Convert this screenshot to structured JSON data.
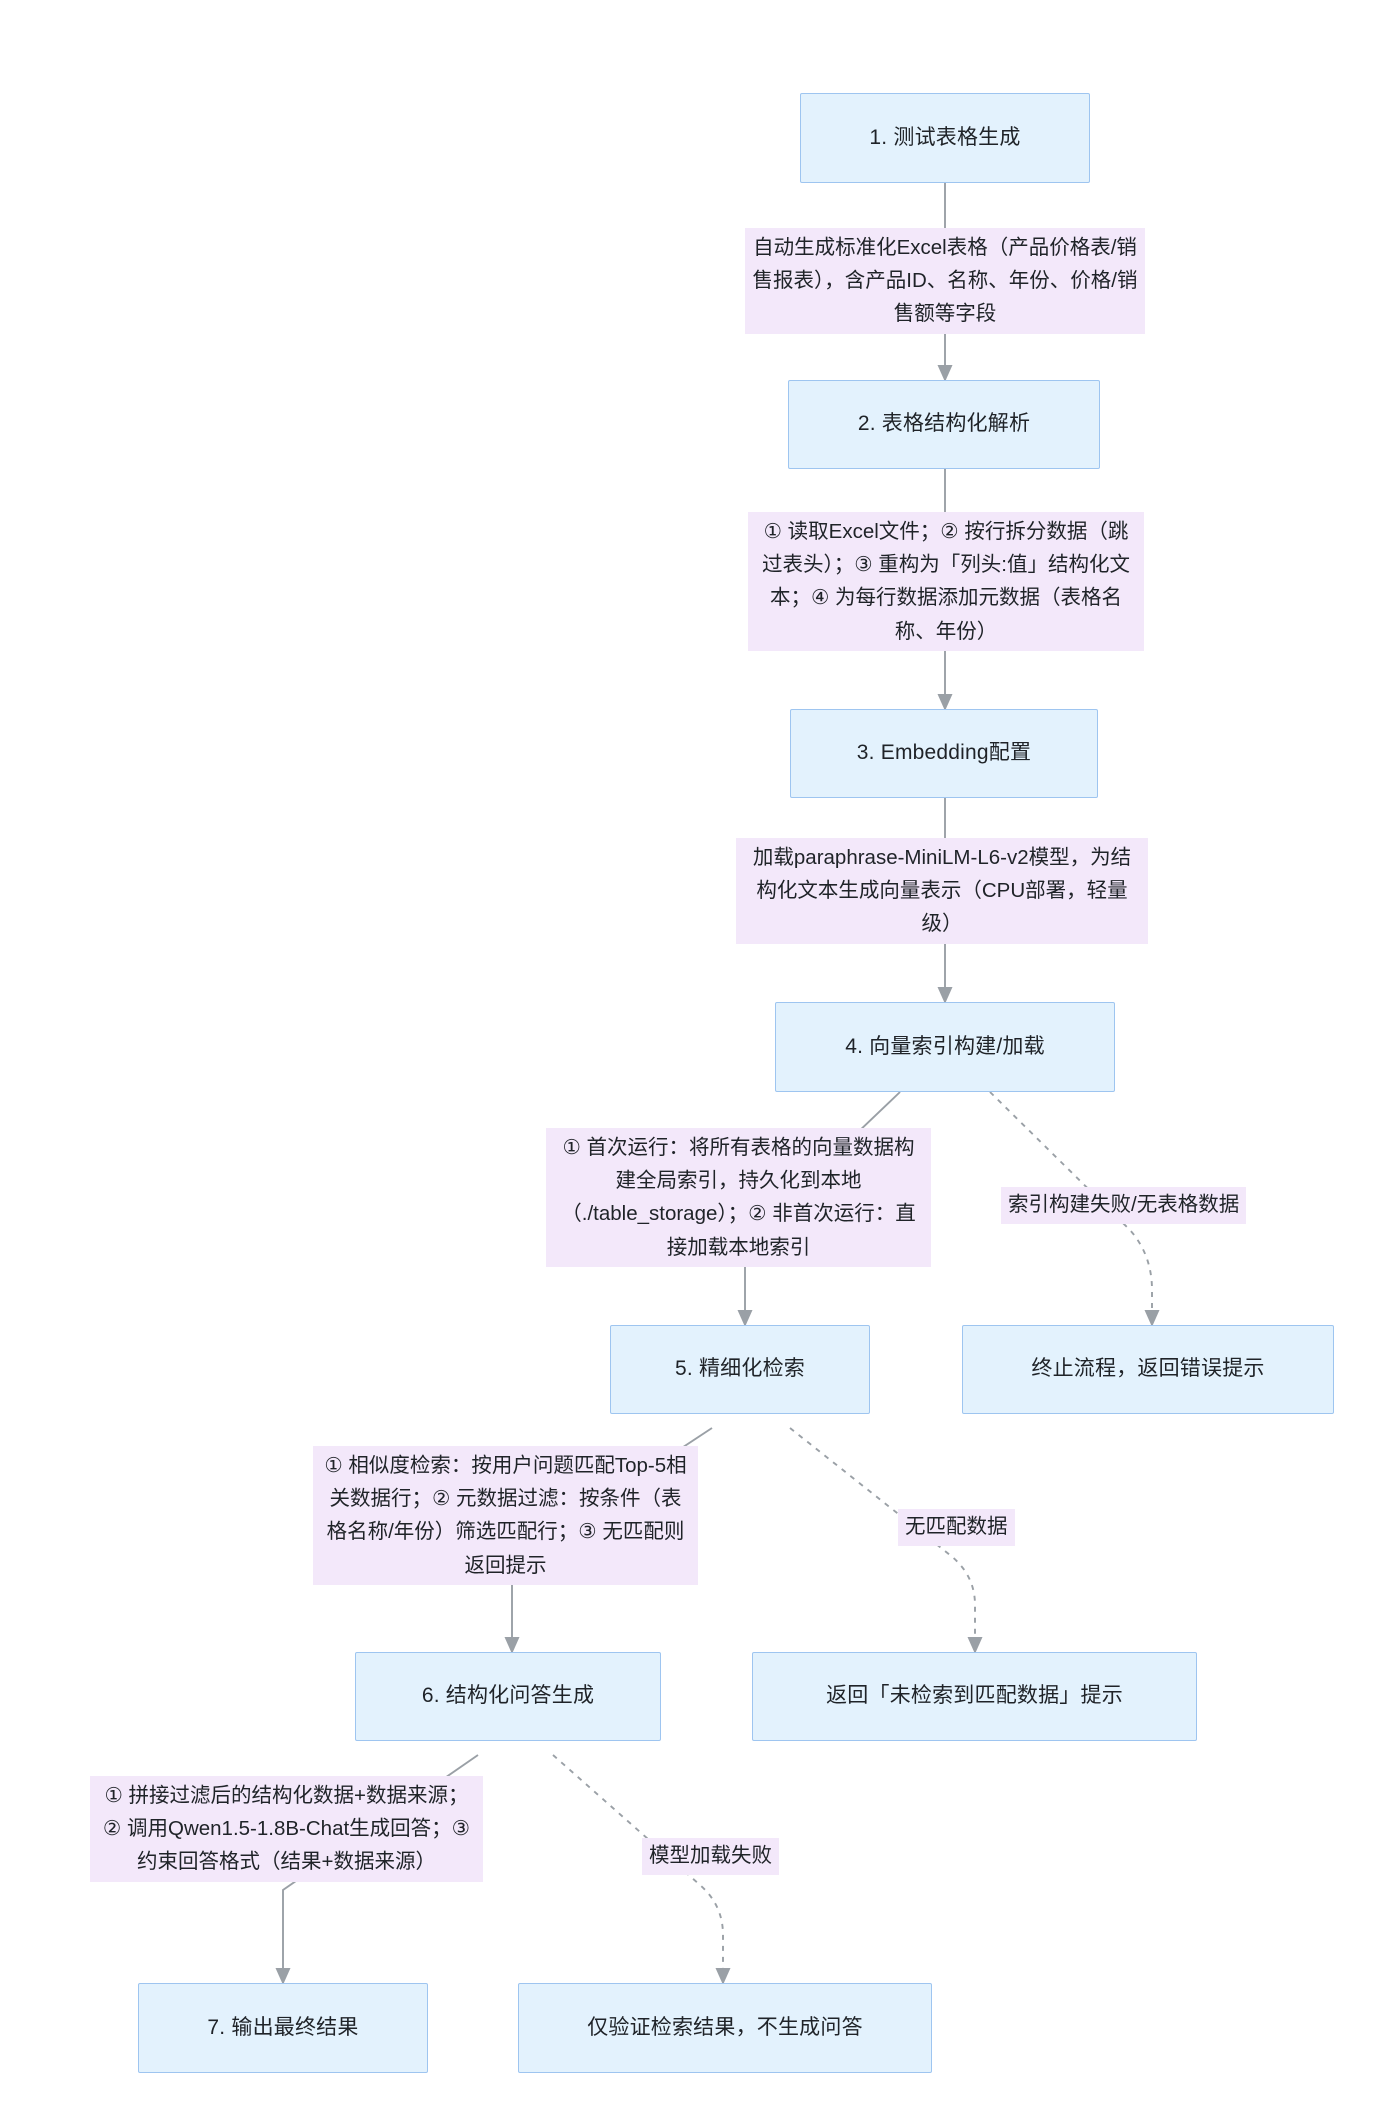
{
  "diagram": {
    "type": "flowchart",
    "direction": "top-down",
    "theme": {
      "node_fill": "#e3f2fd",
      "node_border": "#9ec5f0",
      "edge_label_bg": "#f3e8fa",
      "edge_color": "#9aa0a6",
      "text_color": "#1f2328",
      "background": "#ffffff"
    },
    "nodes": [
      {
        "id": "n1",
        "label": "1. 测试表格生成"
      },
      {
        "id": "n2",
        "label": "2. 表格结构化解析"
      },
      {
        "id": "n3",
        "label": "3. Embedding配置"
      },
      {
        "id": "n4",
        "label": "4. 向量索引构建/加载"
      },
      {
        "id": "n5",
        "label": "5. 精细化检索"
      },
      {
        "id": "n_err_index",
        "label": "终止流程，返回错误提示"
      },
      {
        "id": "n6",
        "label": "6. 结构化问答生成"
      },
      {
        "id": "n_no_match",
        "label": "返回「未检索到匹配数据」提示"
      },
      {
        "id": "n7",
        "label": "7. 输出最终结果"
      },
      {
        "id": "n_verify_only",
        "label": "仅验证检索结果，不生成问答"
      }
    ],
    "edges": [
      {
        "id": "e1",
        "from": "n1",
        "to": "n2",
        "style": "solid",
        "label": "自动生成标准化Excel表格（产品价格表/销售报表），含产品ID、名称、年份、价格/销售额等字段"
      },
      {
        "id": "e2",
        "from": "n2",
        "to": "n3",
        "style": "solid",
        "label": "① 读取Excel文件；② 按行拆分数据（跳过表头）；③ 重构为「列头:值」结构化文本；④ 为每行数据添加元数据（表格名称、年份）"
      },
      {
        "id": "e3",
        "from": "n3",
        "to": "n4",
        "style": "solid",
        "label": "加载paraphrase-MiniLM-L6-v2模型，为结构化文本生成向量表示（CPU部署，轻量级）"
      },
      {
        "id": "e4",
        "from": "n4",
        "to": "n5",
        "style": "solid",
        "label": "① 首次运行：将所有表格的向量数据构建全局索引，持久化到本地（./table_storage）；② 非首次运行：直接加载本地索引"
      },
      {
        "id": "e5",
        "from": "n4",
        "to": "n_err_index",
        "style": "dashed",
        "label": "索引构建失败/无表格数据"
      },
      {
        "id": "e6",
        "from": "n5",
        "to": "n6",
        "style": "solid",
        "label": "① 相似度检索：按用户问题匹配Top-5相关数据行；② 元数据过滤：按条件（表格名称/年份）筛选匹配行；③ 无匹配则返回提示"
      },
      {
        "id": "e7",
        "from": "n5",
        "to": "n_no_match",
        "style": "dashed",
        "label": "无匹配数据"
      },
      {
        "id": "e8",
        "from": "n6",
        "to": "n7",
        "style": "solid",
        "label": "① 拼接过滤后的结构化数据+数据来源；② 调用Qwen1.5-1.8B-Chat生成回答；③ 约束回答格式（结果+数据来源）"
      },
      {
        "id": "e9",
        "from": "n6",
        "to": "n_verify_only",
        "style": "dashed",
        "label": "模型加载失败"
      }
    ]
  }
}
